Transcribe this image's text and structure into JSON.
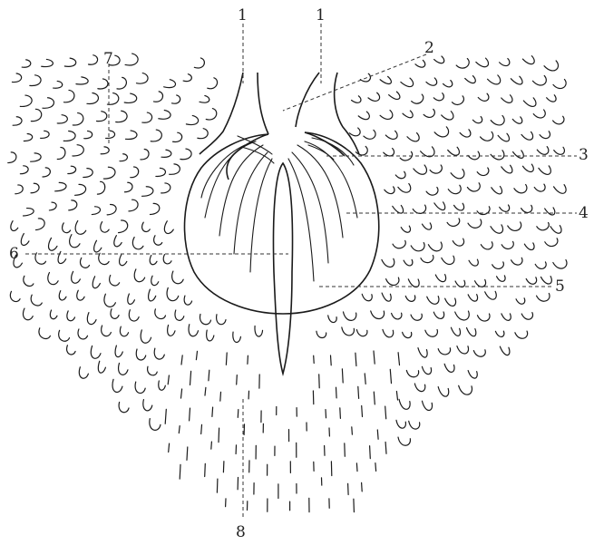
{
  "figure": {
    "labels": {
      "l1a": "1",
      "l1b": "1",
      "l2": "2",
      "l3": "3",
      "l4": "4",
      "l5": "5",
      "l6": "6",
      "l7": "7",
      "l8": "8"
    }
  }
}
